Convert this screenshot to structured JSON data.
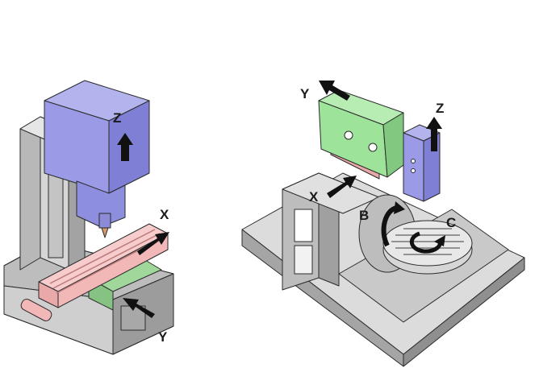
{
  "machine_3axis": {
    "axes": {
      "z": "Z",
      "x": "X",
      "y": "Y"
    }
  },
  "machine_5axis": {
    "axes": {
      "y": "Y",
      "z": "Z",
      "x": "X",
      "b": "B",
      "c": "C"
    }
  },
  "colors": {
    "spindle_head": "#9a9ae6",
    "table": "#f2b7b7",
    "saddle": "#9fd89a",
    "arm": "#9ee39a",
    "frame": "#d2d2d2",
    "frame_dark": "#9c9c9c",
    "frame_mid": "#b8b8b8",
    "arrow": "#111111"
  }
}
